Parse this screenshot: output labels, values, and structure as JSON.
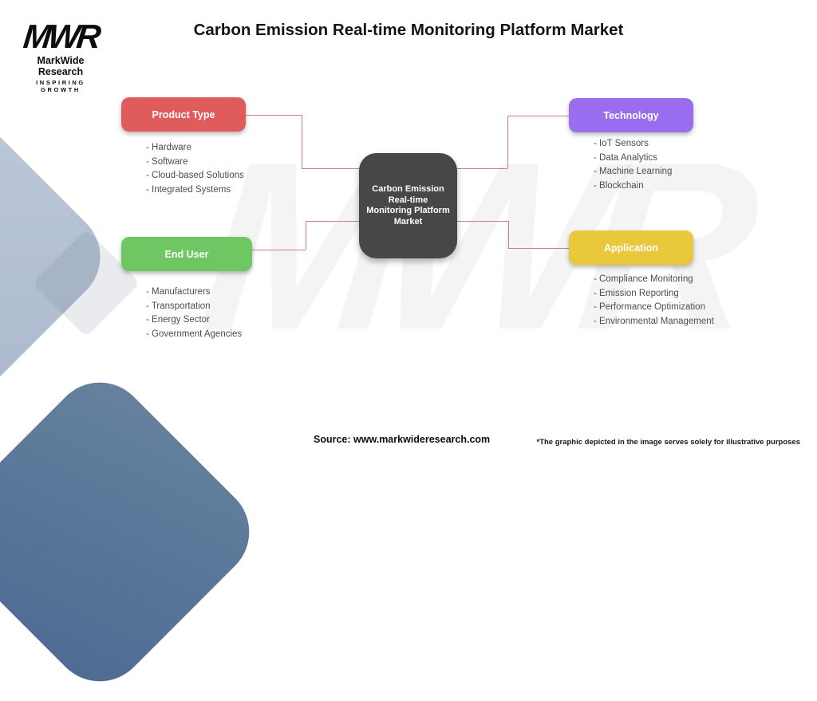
{
  "logo": {
    "monogram": "MWR",
    "name": "MarkWide Research",
    "tagline": "INSPIRING GROWTH"
  },
  "title": "Carbon Emission Real-time Monitoring Platform Market",
  "watermark": "MWR",
  "central_node": {
    "lines": [
      "Carbon Emission",
      "Real-time",
      "Monitoring Platform",
      "Market"
    ]
  },
  "sections": [
    {
      "label": "Product Type",
      "color": "#E05B5B",
      "items": [
        "- Hardware",
        "- Software",
        "- Cloud-based Solutions",
        "- Integrated Systems"
      ]
    },
    {
      "label": "Technology",
      "color": "#9A6CF0",
      "items": [
        "- IoT Sensors",
        "- Data Analytics",
        "- Machine Learning",
        "- Blockchain"
      ]
    },
    {
      "label": "End User",
      "color": "#6FC763",
      "items": [
        "- Manufacturers",
        "- Transportation",
        "- Energy Sector",
        "- Government Agencies"
      ]
    },
    {
      "label": "Application",
      "color": "#E9C93B",
      "items": [
        "- Compliance Monitoring",
        "- Emission Reporting",
        "- Performance Optimization",
        "- Environmental Management"
      ]
    }
  ],
  "footer": {
    "source": "Source: www.markwideresearch.com",
    "disclaimer": "*The graphic depicted in the image serves solely for illustrative purposes"
  },
  "colors": {
    "central_node": "#474747",
    "connector": "#C9807D",
    "bg_shape_light": "#B7C3D4",
    "bg_shape_dark": "#5B78A1"
  }
}
